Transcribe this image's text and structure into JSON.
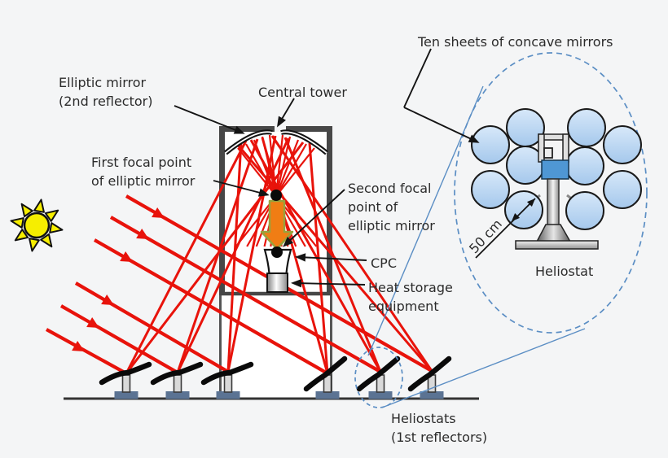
{
  "labels": {
    "elliptic_mirror": [
      "Elliptic mirror",
      "(2nd reflector)"
    ],
    "central_tower": "Central tower",
    "first_focal": [
      "First focal point",
      "of elliptic mirror"
    ],
    "second_focal": [
      "Second focal",
      "point of",
      "elliptic mirror"
    ],
    "cpc": "CPC",
    "heat_storage": [
      "Heat storage",
      "equipment"
    ],
    "ten_sheets": "Ten sheets of concave mirrors",
    "mirror_size": "50 cm",
    "heliostat_detail": "Heliostat",
    "heliostats_ground": [
      "Heliostats",
      "(1st reflectors)"
    ]
  },
  "counts": {
    "heliostats": 6,
    "concave_mirror_sheets": 10
  },
  "colors": {
    "background": "#f4f5f6",
    "sun_ray_red": "#e8130b",
    "beam_arrow_orange": "#f07d14",
    "beam_arrow_outline": "#97a23c",
    "concave_mirror_blue_light": "#d7e8f9",
    "concave_mirror_blue_dark": "#a5c8ec",
    "zoom_annotation_blue": "#5b8ec4",
    "heliostat_base_slate": "#5b7393",
    "tower_gray": "#474747",
    "sun_yellow": "#f6ee00",
    "line_black": "#141414",
    "text": "#2b2b2b"
  },
  "icons": {
    "sun": "sun-icon"
  }
}
